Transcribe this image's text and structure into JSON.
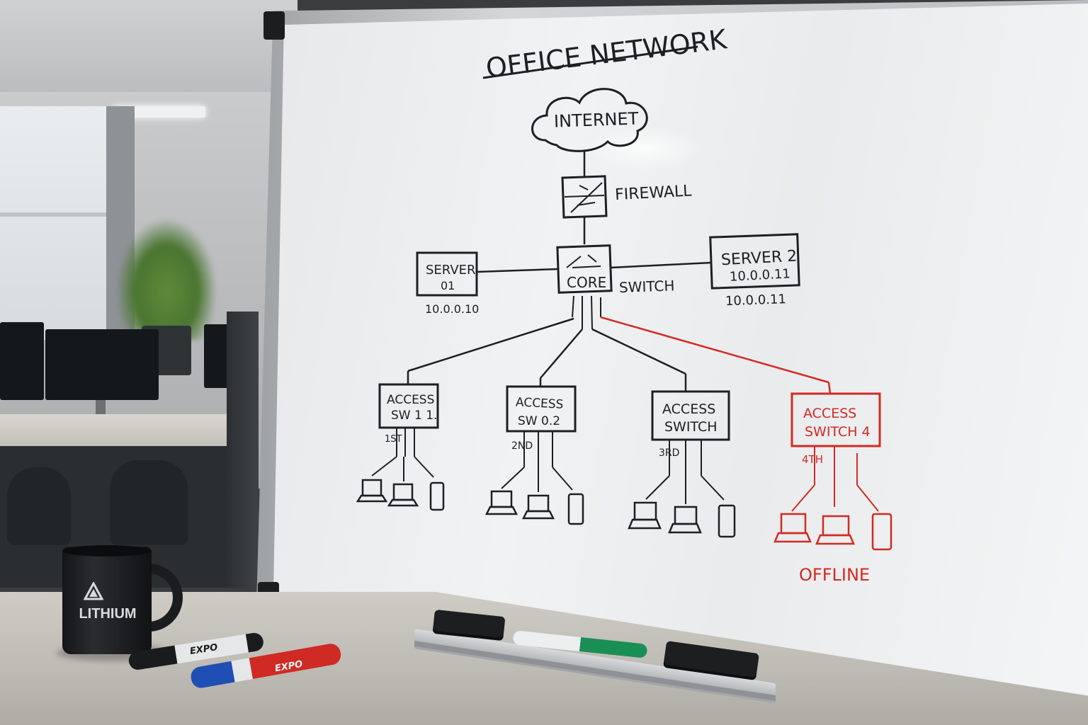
{
  "whiteboard": {
    "title": "OFFICE NETWORK",
    "internet": "INTERNET",
    "firewall": "FIREWALL",
    "core_line1": "CORE",
    "switch_label": "SWITCH",
    "server1": {
      "line1": "SERVER",
      "line2": "01",
      "ip": "10.0.0.10"
    },
    "server2": {
      "line1": "SERVER 2",
      "line2": "10.0.0.11",
      "ip": "10.0.0.11"
    },
    "access1": {
      "line1": "ACCESS",
      "line2": "SW 1 1.",
      "floor": "1ST"
    },
    "access2": {
      "line1": "ACCESS",
      "line2": "SW 0.2",
      "floor": "2ND"
    },
    "access3": {
      "line1": "ACCESS",
      "line2": "SWITCH",
      "floor": "3RD"
    },
    "access4": {
      "line1": "ACCESS",
      "line2": "SWITCH 4",
      "floor": "4TH"
    },
    "offline": "OFFLINE",
    "ink_black": "#1d1f22",
    "ink_red": "#d32a22"
  },
  "mug": {
    "brand": "LITHIUM",
    "logo_icon": "triangle-logo-icon"
  },
  "markers": {
    "black_label": "EXPO",
    "red_label": "EXPO"
  }
}
